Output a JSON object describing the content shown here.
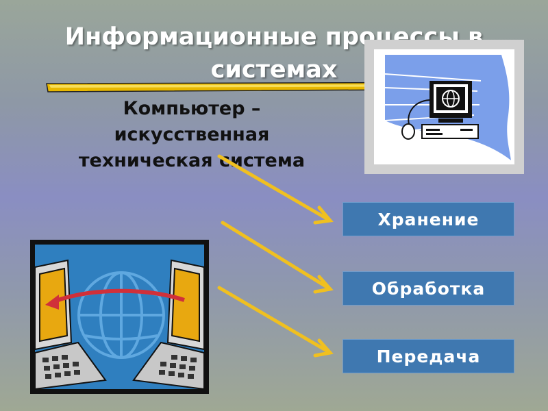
{
  "slide": {
    "title_line1": "Информационные процессы в",
    "title_line2": "системах",
    "subtitle_line1": "Компьютер –",
    "subtitle_line2": "искусственная",
    "subtitle_line3": "техническая система"
  },
  "processes": [
    {
      "label": "Хранение"
    },
    {
      "label": "Обработка"
    },
    {
      "label": "Передача"
    }
  ],
  "colors": {
    "box_fill": "#3f78b0",
    "arrow": "#f0c020",
    "title_text": "#ffffff",
    "subtitle_text": "#111111"
  },
  "icons": [
    "computer-monitor-icon",
    "computer-network-icon"
  ]
}
